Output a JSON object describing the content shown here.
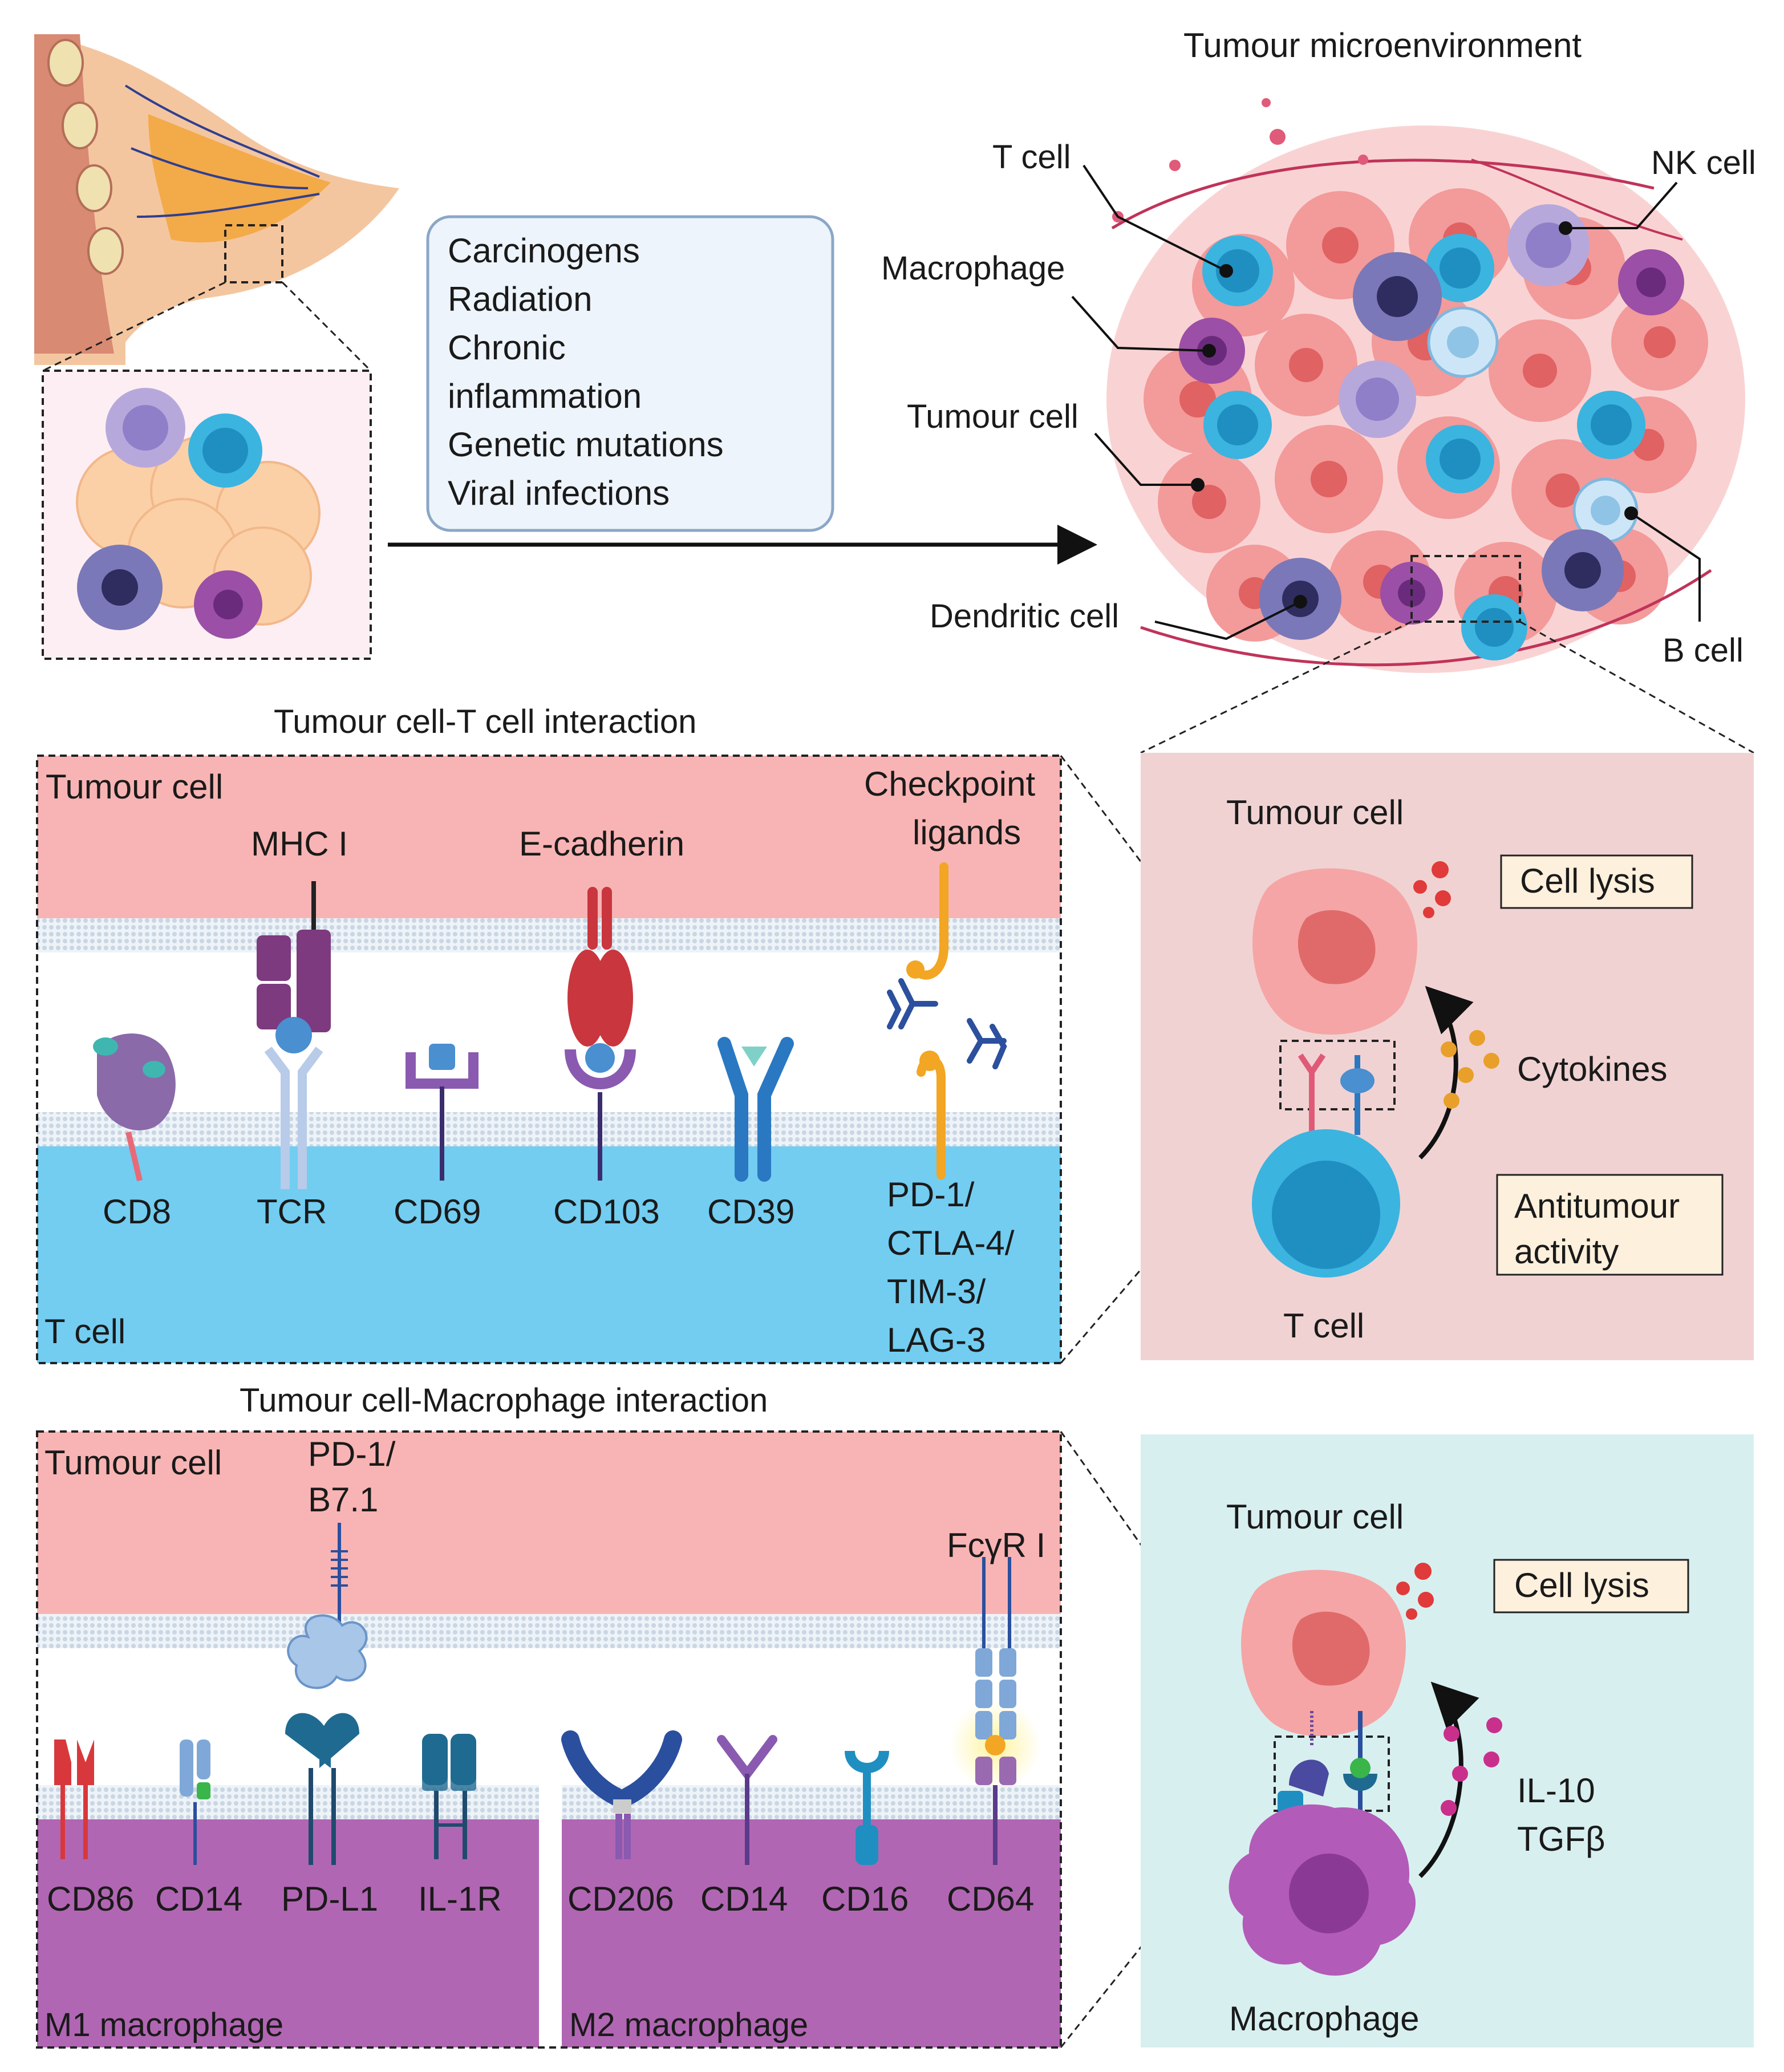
{
  "top": {
    "title": "Tumour microenvironment",
    "risk_factors": [
      "Carcinogens",
      "Radiation",
      "Chronic",
      "inflammation",
      "Genetic mutations",
      "Viral infections"
    ],
    "cell_labels": {
      "t_cell": "T cell",
      "macrophage": "Macrophage",
      "tumour_cell": "Tumour cell",
      "dendritic_cell": "Dendritic cell",
      "nk_cell": "NK cell",
      "b_cell": "B cell"
    }
  },
  "t_interaction": {
    "title": "Tumour cell-T cell interaction",
    "tumour_label": "Tumour cell",
    "t_label": "T cell",
    "ligands": {
      "mhc": "MHC I",
      "ecad": "E-cadherin",
      "checkpoint_1": "Checkpoint",
      "checkpoint_2": "ligands"
    },
    "receptors": {
      "cd8": "CD8",
      "tcr": "TCR",
      "cd69": "CD69",
      "cd103": "CD103",
      "cd39": "CD39",
      "pd1": "PD-1/",
      "ctla4": "CTLA-4/",
      "tim3": "TIM-3/",
      "lag3": "LAG-3"
    },
    "side": {
      "tumour_label": "Tumour cell",
      "lysis": "Cell lysis",
      "cytokines": "Cytokines",
      "activity_1": "Antitumour",
      "activity_2": "activity",
      "t_label": "T cell"
    }
  },
  "m_interaction": {
    "title": "Tumour cell-Macrophage interaction",
    "tumour_label": "Tumour cell",
    "ligands": {
      "pd1_1": "PD-1/",
      "pd1_2": "B7.1",
      "fcr": "FcγR I"
    },
    "receptors": {
      "cd86": "CD86",
      "cd14a": "CD14",
      "pdl1": "PD-L1",
      "il1r": "IL-1R",
      "cd206": "CD206",
      "cd14b": "CD14",
      "cd16": "CD16",
      "cd64": "CD64"
    },
    "m1": "M1 macrophage",
    "m2": "M2 macrophage",
    "side": {
      "tumour_label": "Tumour cell",
      "lysis": "Cell lysis",
      "il10": "IL-10",
      "tgfb": "TGFβ",
      "macrophage": "Macrophage"
    }
  },
  "colors": {
    "tumour_pink": "#f8b4b4",
    "t_cell_blue": "#72cdf1",
    "macrophage_purple": "#b166b3",
    "side_t_bg": "#f1d2d2",
    "side_m_bg": "#d8eff0"
  },
  "icons": [
    "breast-tissue-icon",
    "tumour-cell-icon",
    "t-cell-icon",
    "macrophage-icon",
    "dendritic-cell-icon",
    "nk-cell-icon",
    "b-cell-icon",
    "antibody-icon",
    "cytokine-dots-icon",
    "arrow-icon"
  ]
}
